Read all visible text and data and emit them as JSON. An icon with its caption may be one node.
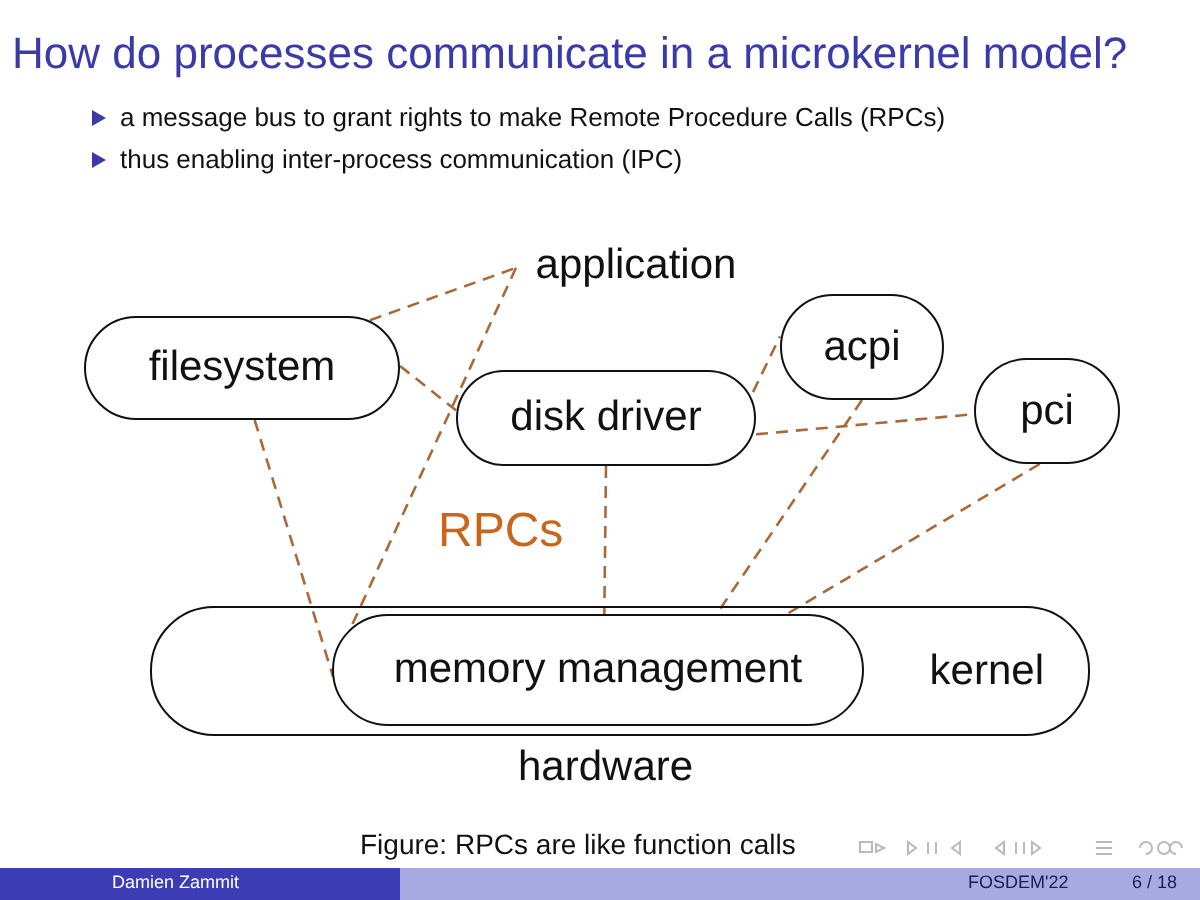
{
  "diagram": {
    "title": "How do processes communicate in a microkernel model?",
    "caption": "Figure: RPCs are like function calls",
    "nodes": [
      {
        "text": [
          "filesystem"
        ]
      },
      {
        "text": [
          "application"
        ]
      },
      {
        "text": [
          "acpi"
        ]
      },
      {
        "text": [
          "disk driver"
        ]
      },
      {
        "text": [
          "pci"
        ]
      },
      {
        "text": [
          "kernel"
        ]
      },
      {
        "text": [
          "memory management"
        ],
        "in": 5
      }
    ],
    "edges": [
      {
        "from": 0,
        "to": 1,
        "arrow": "none",
        "style": "dashed"
      },
      {
        "from": 0,
        "to": 3,
        "arrow": "none",
        "style": "dashed"
      },
      {
        "from": 0,
        "to": 6,
        "arrow": "none",
        "style": "dashed"
      },
      {
        "from": 1,
        "to": 6,
        "arrow": "none",
        "style": "dashed"
      },
      {
        "from": 3,
        "to": 2,
        "arrow": "none",
        "style": "dashed"
      },
      {
        "from": 3,
        "to": 4,
        "arrow": "none",
        "style": "dashed"
      },
      {
        "from": 3,
        "to": 6,
        "arrow": "none",
        "style": "dashed"
      },
      {
        "from": 2,
        "to": 6,
        "arrow": "none",
        "style": "dashed"
      },
      {
        "from": 4,
        "to": 6,
        "arrow": "none",
        "style": "dashed"
      }
    ],
    "labels": [
      "a message bus to grant rights to make Remote Procedure Calls (RPCs)",
      "thus enabling inter-process communication (IPC)",
      "RPCs",
      "hardware",
      "Damien Zammit",
      "FOSDEM'22",
      "6 / 18"
    ]
  }
}
